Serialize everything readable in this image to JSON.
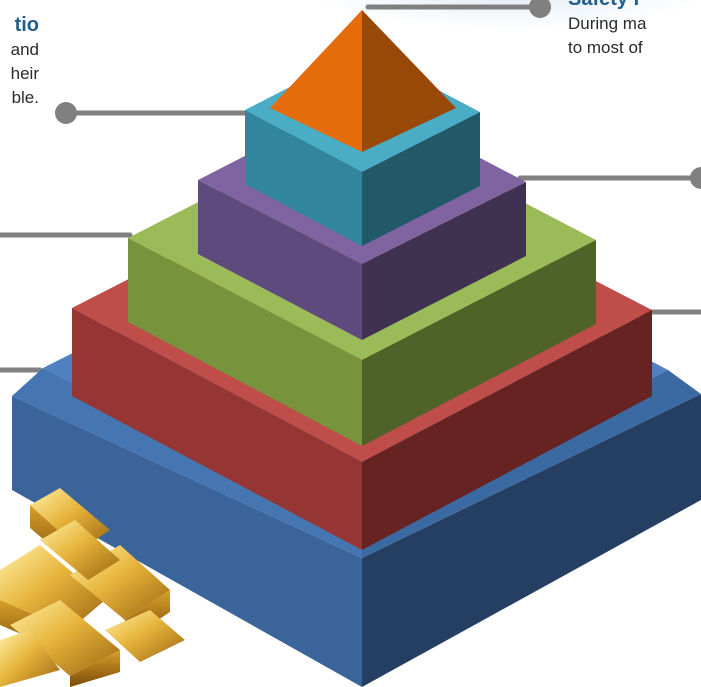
{
  "left_callout": {
    "title": "tio",
    "lines": [
      "and",
      "heir",
      "ble."
    ]
  },
  "right_callout": {
    "title": "Safety F",
    "lines": [
      "During ma",
      "to most of"
    ]
  },
  "colors": {
    "title": "#1f5e8e",
    "connector": "#808080",
    "tier1": "#4a7ab8",
    "tier2": "#b94a48",
    "tier3": "#8fb04a",
    "tier4": "#7a62a0",
    "tier5": "#3fa6c2",
    "apex": "#e06a10"
  }
}
